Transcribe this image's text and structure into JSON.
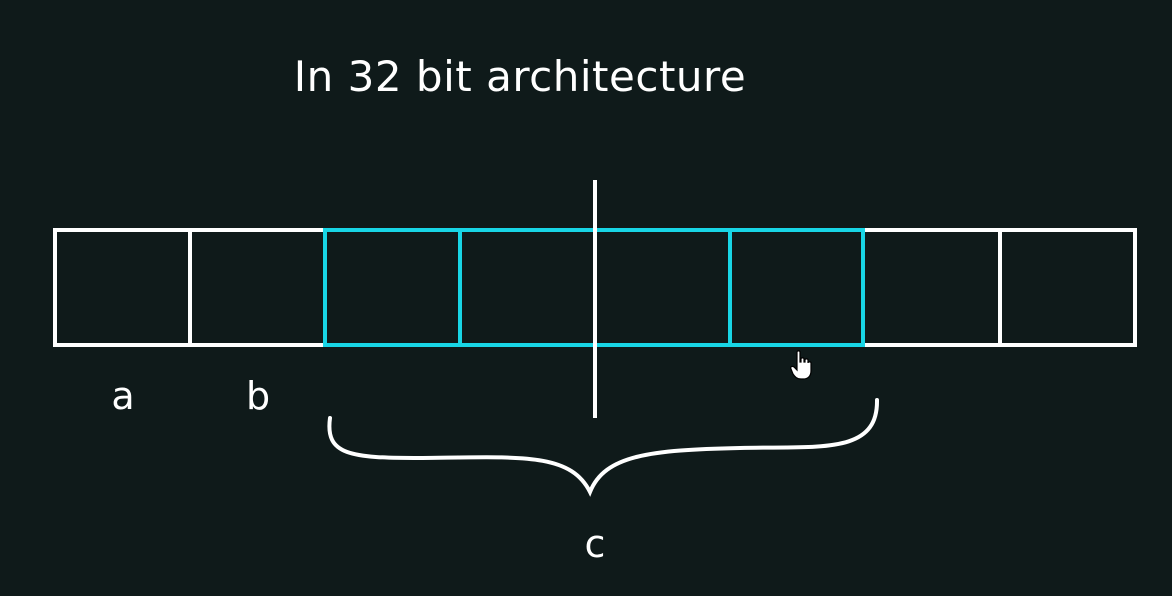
{
  "title": "In 32 bit architecture",
  "labels": {
    "a": "a",
    "b": "b",
    "c": "c"
  },
  "colors": {
    "background": "#0f1a1a",
    "outline": "#ffffff",
    "highlight": "#18d6e6"
  },
  "cells": {
    "count": 8,
    "highlighted": [
      2,
      3,
      4,
      5
    ]
  },
  "icons": {
    "cursor": "hand-pointer-icon"
  }
}
